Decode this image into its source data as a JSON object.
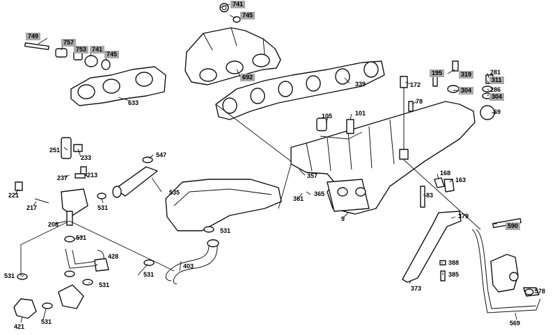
{
  "diagram": {
    "highlight_color": "#a9a9a9",
    "callouts": [
      {
        "id": "c741a",
        "label": "741",
        "highlighted": true
      },
      {
        "id": "c745a",
        "label": "745",
        "highlighted": true
      },
      {
        "id": "c749",
        "label": "749",
        "highlighted": true
      },
      {
        "id": "c757",
        "label": "757",
        "highlighted": true
      },
      {
        "id": "c753",
        "label": "753",
        "highlighted": true
      },
      {
        "id": "c741b",
        "label": "741",
        "highlighted": true
      },
      {
        "id": "c745b",
        "label": "745",
        "highlighted": true
      },
      {
        "id": "c692",
        "label": "692",
        "highlighted": true
      },
      {
        "id": "c339",
        "label": "339",
        "highlighted": false
      },
      {
        "id": "c633",
        "label": "633",
        "highlighted": false
      },
      {
        "id": "c172",
        "label": "172",
        "highlighted": false
      },
      {
        "id": "c195",
        "label": "195",
        "highlighted": true
      },
      {
        "id": "c319",
        "label": "319",
        "highlighted": true
      },
      {
        "id": "c281",
        "label": "281",
        "highlighted": false
      },
      {
        "id": "c311",
        "label": "311",
        "highlighted": true
      },
      {
        "id": "c304a",
        "label": "304",
        "highlighted": true
      },
      {
        "id": "c286",
        "label": "286",
        "highlighted": false
      },
      {
        "id": "c304b",
        "label": "304",
        "highlighted": true
      },
      {
        "id": "c78",
        "label": "78",
        "highlighted": false
      },
      {
        "id": "c69",
        "label": "69",
        "highlighted": false
      },
      {
        "id": "c105",
        "label": "105",
        "highlighted": false
      },
      {
        "id": "c101",
        "label": "101",
        "highlighted": false
      },
      {
        "id": "c251",
        "label": "251",
        "highlighted": false
      },
      {
        "id": "c233",
        "label": "233",
        "highlighted": false
      },
      {
        "id": "c547",
        "label": "547",
        "highlighted": false
      },
      {
        "id": "c237",
        "label": "237",
        "highlighted": false
      },
      {
        "id": "c213",
        "label": "213",
        "highlighted": false
      },
      {
        "id": "c357",
        "label": "357",
        "highlighted": false
      },
      {
        "id": "c168",
        "label": "168",
        "highlighted": false
      },
      {
        "id": "c163",
        "label": "163",
        "highlighted": false
      },
      {
        "id": "c221",
        "label": "221",
        "highlighted": false
      },
      {
        "id": "c217",
        "label": "217",
        "highlighted": false
      },
      {
        "id": "c531a",
        "label": "531",
        "highlighted": false
      },
      {
        "id": "c535",
        "label": "535",
        "highlighted": false
      },
      {
        "id": "c361",
        "label": "361",
        "highlighted": false
      },
      {
        "id": "c365",
        "label": "365",
        "highlighted": false
      },
      {
        "id": "c83",
        "label": "83",
        "highlighted": false
      },
      {
        "id": "c208",
        "label": "208",
        "highlighted": false
      },
      {
        "id": "c9",
        "label": "9",
        "highlighted": false
      },
      {
        "id": "c379",
        "label": "379",
        "highlighted": false
      },
      {
        "id": "c590",
        "label": "590",
        "highlighted": true
      },
      {
        "id": "c531b",
        "label": "531",
        "highlighted": false
      },
      {
        "id": "c531c",
        "label": "531",
        "highlighted": false
      },
      {
        "id": "c428",
        "label": "428",
        "highlighted": false
      },
      {
        "id": "c388",
        "label": "388",
        "highlighted": false
      },
      {
        "id": "c531d",
        "label": "531",
        "highlighted": false
      },
      {
        "id": "c403",
        "label": "403",
        "highlighted": false
      },
      {
        "id": "c531e",
        "label": "531",
        "highlighted": false
      },
      {
        "id": "c385",
        "label": "385",
        "highlighted": false
      },
      {
        "id": "c531f",
        "label": "531",
        "highlighted": false
      },
      {
        "id": "c373",
        "label": "373",
        "highlighted": false
      },
      {
        "id": "c578",
        "label": "578",
        "highlighted": false
      },
      {
        "id": "c421",
        "label": "421",
        "highlighted": false
      },
      {
        "id": "c531g",
        "label": "531",
        "highlighted": false
      },
      {
        "id": "c569",
        "label": "569",
        "highlighted": false
      }
    ]
  }
}
